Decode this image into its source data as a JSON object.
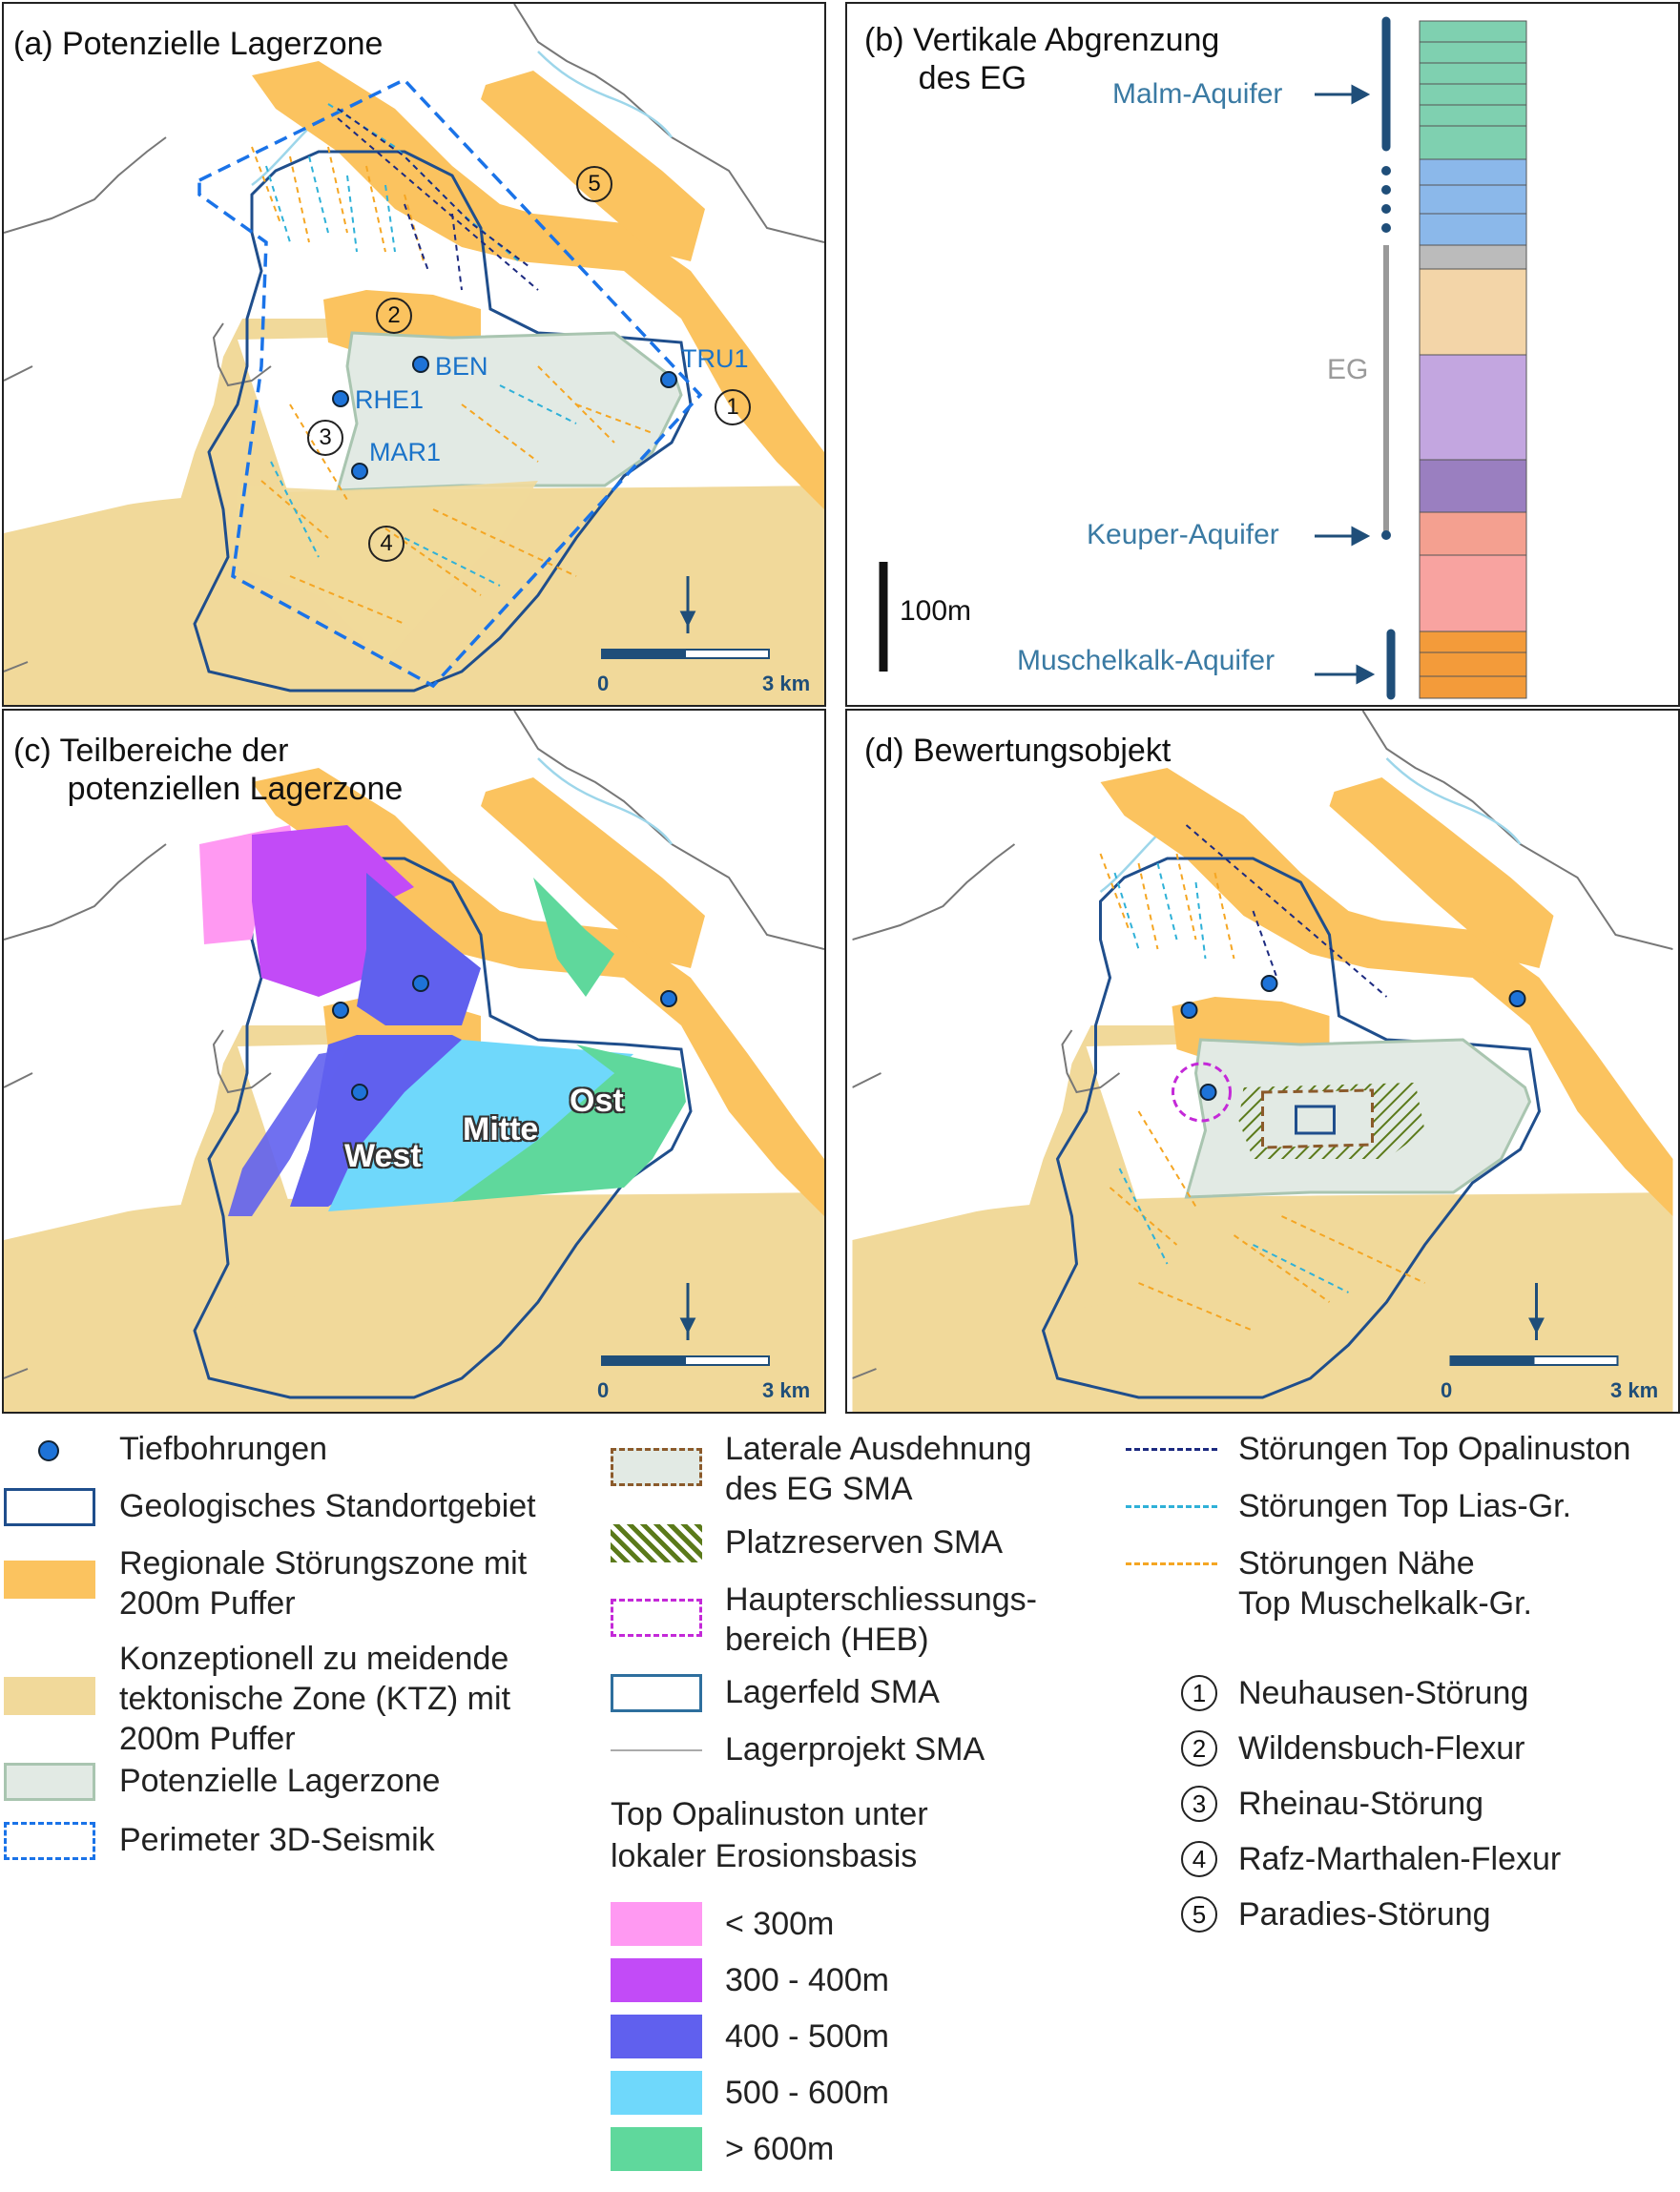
{
  "panels": {
    "a": {
      "title": "(a) Potenzielle Lagerzone"
    },
    "b": {
      "title": "(b) Vertikale Abgrenzung\n      des EG"
    },
    "c": {
      "title": "(c) Teilbereiche der\n      potenziellen Lagerzone"
    },
    "d": {
      "title": "(d) Bewertungsobjekt"
    }
  },
  "wells": [
    "BEN",
    "TRU1",
    "RHE1",
    "MAR1"
  ],
  "fault_numbers": [
    "①",
    "②",
    "③",
    "④",
    "⑤"
  ],
  "scale": {
    "start": "0",
    "end": "3 km"
  },
  "north_arrow": "N",
  "zones_c": {
    "west": "West",
    "mitte": "Mitte",
    "ost": "Ost"
  },
  "vertical": {
    "malm": "Malm-Aquifer",
    "eg": "EG",
    "keuper": "Keuper-Aquifer",
    "muschelkalk": "Muschelkalk-Aquifer",
    "scalebar": "100m"
  },
  "legend": {
    "col1": [
      {
        "label": "Tiefbohrungen",
        "icon": "well-dot"
      },
      {
        "label": "Geologisches Standortgebiet",
        "icon": "outline-dark-blue"
      },
      {
        "label": "Regionale Störungszone mit\n200m Puffer",
        "icon": "fill-orange"
      },
      {
        "label": "Konzeptionell zu meidende\ntektonische Zone (KTZ) mit\n200m Puffer",
        "icon": "fill-beige"
      },
      {
        "label": "Potenzielle Lagerzone",
        "icon": "fill-pale-green"
      },
      {
        "label": "Perimeter 3D-Seismik",
        "icon": "dashed-blue"
      }
    ],
    "col2": [
      {
        "label": "Laterale Ausdehnung\ndes EG SMA",
        "icon": "dashed-brown"
      },
      {
        "label": "Platzreserven SMA",
        "icon": "hatch-green"
      },
      {
        "label": "Haupterschliessungs-\nbereich (HEB)",
        "icon": "dashed-magenta"
      },
      {
        "label": "Lagerfeld SMA",
        "icon": "outline-teal"
      },
      {
        "label": "Lagerprojekt SMA",
        "icon": "thin-grey-line"
      }
    ],
    "depth_title": "Top Opalinuston unter\nlokaler Erosionsbasis",
    "depth_classes": [
      {
        "label": "< 300m",
        "color": "#ff99f2"
      },
      {
        "label": "300 - 400m",
        "color": "#c24bf7"
      },
      {
        "label": "400 - 500m",
        "color": "#6060ee"
      },
      {
        "label": "500 - 600m",
        "color": "#6fd8fb"
      },
      {
        "label": "> 600m",
        "color": "#5fd89c"
      }
    ],
    "col3": [
      {
        "label": "Störungen Top Opalinuston",
        "color": "#1c2a80"
      },
      {
        "label": "Störungen Top Lias-Gr.",
        "color": "#2fb1d8"
      },
      {
        "label": "Störungen Nähe\nTop Muschelkalk-Gr.",
        "color": "#f5a623"
      }
    ],
    "named_faults": [
      {
        "num": "1",
        "label": "Neuhausen-Störung"
      },
      {
        "num": "2",
        "label": "Wildensbuch-Flexur"
      },
      {
        "num": "3",
        "label": "Rheinau-Störung"
      },
      {
        "num": "4",
        "label": "Rafz-Marthalen-Flexur"
      },
      {
        "num": "5",
        "label": "Paradies-Störung"
      }
    ]
  },
  "colors": {
    "orange": "#fbc35f",
    "beige": "#f1d99a",
    "pale_green": "#e2eae4",
    "dark_blue": "#1f4e8c",
    "well": "#1e73d8",
    "seismic": "#1a73e8"
  }
}
